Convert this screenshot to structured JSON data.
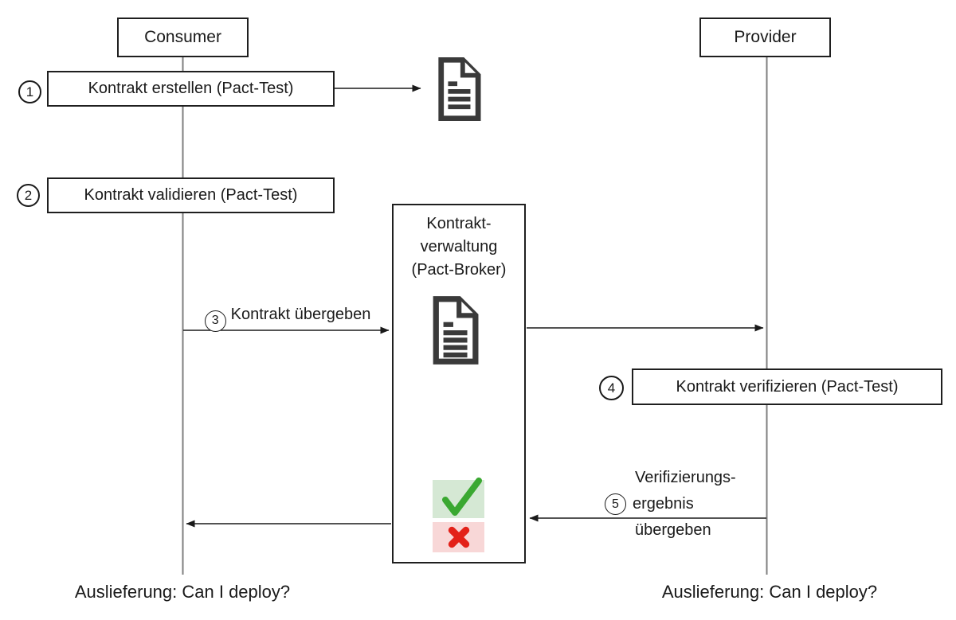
{
  "diagram": {
    "actors": [
      {
        "label": "Consumer"
      },
      {
        "label": "Provider"
      }
    ],
    "steps": [
      {
        "number": "1",
        "label": "Kontrakt erstellen (Pact-Test)"
      },
      {
        "number": "2",
        "label": "Kontrakt validieren (Pact-Test)"
      },
      {
        "number": "3",
        "label": "Kontrakt übergeben"
      },
      {
        "number": "4",
        "label": "Kontrakt verifizieren (Pact-Test)"
      },
      {
        "number": "5",
        "lines": [
          "Verifizierungs-",
          "ergebnis",
          "übergeben"
        ]
      }
    ],
    "broker": {
      "title_lines": [
        "Kontrakt-",
        "verwaltung",
        "(Pact-Broker)"
      ]
    },
    "footers": {
      "left": "Auslieferung: Can I deploy?",
      "right": "Auslieferung: Can I deploy?"
    },
    "icons": {
      "document-icon": "paper sheet with folded corner and text lines",
      "checkmark-icon": "green check mark",
      "cross-icon": "red x mark"
    },
    "colors": {
      "box_border": "#1f1f1f",
      "lifeline": "#7f7f7f",
      "arrow": "#1a1a1a",
      "icon_dark": "#3a3a3a",
      "success_bg": "#d5e8d4",
      "success_check": "#3aa831",
      "error_bg": "#f8d7d7",
      "error_cross": "#e32119"
    }
  }
}
